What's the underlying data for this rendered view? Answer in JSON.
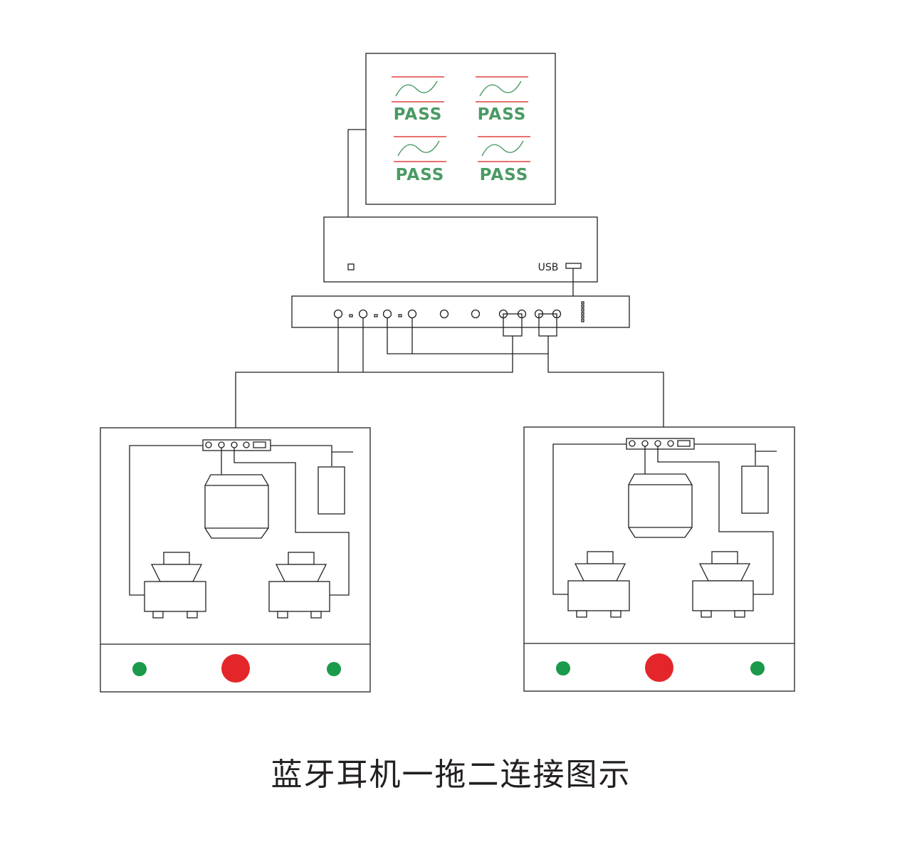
{
  "monitor": {
    "results": [
      {
        "status": "PASS"
      },
      {
        "status": "PASS"
      },
      {
        "status": "PASS"
      },
      {
        "status": "PASS"
      }
    ]
  },
  "host": {
    "port_label": "USB"
  },
  "stations": [
    {
      "indicators": [
        "green",
        "red",
        "green"
      ]
    },
    {
      "indicators": [
        "green",
        "red",
        "green"
      ]
    }
  ],
  "colors": {
    "pass": "#4a9a64",
    "limit_line": "#e0403f",
    "light_green": "#1a9a4a",
    "light_red": "#e4262a",
    "line": "#231f20"
  },
  "caption": "蓝牙耳机一拖二连接图示"
}
